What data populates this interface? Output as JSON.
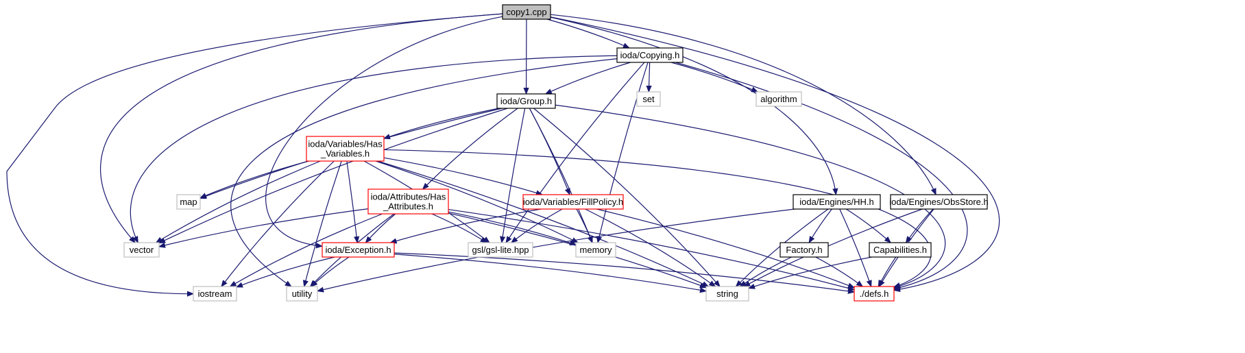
{
  "graph": {
    "colors": {
      "edge": "#191970",
      "focus_fill": "#bfbfbf",
      "local_border": "#000000",
      "partial_border": "#ff0000",
      "external_border": "#bfbfbf"
    },
    "nodes": {
      "copy1_cpp": {
        "lines": [
          "copy1.cpp"
        ],
        "kind": "focus"
      },
      "copying_h": {
        "lines": [
          "ioda/Copying.h"
        ],
        "kind": "local"
      },
      "group_h": {
        "lines": [
          "ioda/Group.h"
        ],
        "kind": "local"
      },
      "set": {
        "lines": [
          "set"
        ],
        "kind": "external"
      },
      "algorithm": {
        "lines": [
          "algorithm"
        ],
        "kind": "external"
      },
      "has_variables_h": {
        "lines": [
          "ioda/Variables/Has",
          "_Variables.h"
        ],
        "kind": "partial"
      },
      "map": {
        "lines": [
          "map"
        ],
        "kind": "external"
      },
      "has_attributes_h": {
        "lines": [
          "ioda/Attributes/Has",
          "_Attributes.h"
        ],
        "kind": "partial"
      },
      "fillpolicy_h": {
        "lines": [
          "ioda/Variables/FillPolicy.h"
        ],
        "kind": "partial"
      },
      "engines_hh_h": {
        "lines": [
          "ioda/Engines/HH.h"
        ],
        "kind": "local"
      },
      "engines_obsstore_h": {
        "lines": [
          "ioda/Engines/ObsStore.h"
        ],
        "kind": "local"
      },
      "vector": {
        "lines": [
          "vector"
        ],
        "kind": "external"
      },
      "exception_h": {
        "lines": [
          "ioda/Exception.h"
        ],
        "kind": "partial"
      },
      "gsl_lite_hpp": {
        "lines": [
          "gsl/gsl-lite.hpp"
        ],
        "kind": "external"
      },
      "memory": {
        "lines": [
          "memory"
        ],
        "kind": "external"
      },
      "factory_h": {
        "lines": [
          "Factory.h"
        ],
        "kind": "local"
      },
      "capabilities_h": {
        "lines": [
          "Capabilities.h"
        ],
        "kind": "local"
      },
      "iostream": {
        "lines": [
          "iostream"
        ],
        "kind": "external"
      },
      "utility": {
        "lines": [
          "utility"
        ],
        "kind": "external"
      },
      "string": {
        "lines": [
          "string"
        ],
        "kind": "external"
      },
      "defs_h": {
        "lines": [
          "./defs.h"
        ],
        "kind": "partial"
      }
    },
    "edges": [
      [
        "copy1_cpp",
        "copying_h"
      ],
      [
        "copy1_cpp",
        "group_h"
      ],
      [
        "copy1_cpp",
        "engines_hh_h"
      ],
      [
        "copy1_cpp",
        "engines_obsstore_h"
      ],
      [
        "copy1_cpp",
        "vector"
      ],
      [
        "copy1_cpp",
        "iostream"
      ],
      [
        "copy1_cpp",
        "exception_h"
      ],
      [
        "copy1_cpp",
        "defs_h"
      ],
      [
        "copying_h",
        "group_h"
      ],
      [
        "copying_h",
        "set"
      ],
      [
        "copying_h",
        "algorithm"
      ],
      [
        "copying_h",
        "vector"
      ],
      [
        "copying_h",
        "utility"
      ],
      [
        "copying_h",
        "gsl_lite_hpp"
      ],
      [
        "copying_h",
        "memory"
      ],
      [
        "copying_h",
        "defs_h"
      ],
      [
        "group_h",
        "has_variables_h"
      ],
      [
        "group_h",
        "has_attributes_h"
      ],
      [
        "group_h",
        "fillpolicy_h"
      ],
      [
        "group_h",
        "map"
      ],
      [
        "group_h",
        "vector"
      ],
      [
        "group_h",
        "gsl_lite_hpp"
      ],
      [
        "group_h",
        "memory"
      ],
      [
        "group_h",
        "string"
      ],
      [
        "group_h",
        "defs_h"
      ],
      [
        "has_variables_h",
        "map"
      ],
      [
        "has_variables_h",
        "vector"
      ],
      [
        "has_variables_h",
        "fillpolicy_h"
      ],
      [
        "has_variables_h",
        "exception_h"
      ],
      [
        "has_variables_h",
        "gsl_lite_hpp"
      ],
      [
        "has_variables_h",
        "memory"
      ],
      [
        "has_variables_h",
        "iostream"
      ],
      [
        "has_variables_h",
        "utility"
      ],
      [
        "has_variables_h",
        "string"
      ],
      [
        "has_variables_h",
        "defs_h"
      ],
      [
        "has_attributes_h",
        "vector"
      ],
      [
        "has_attributes_h",
        "exception_h"
      ],
      [
        "has_attributes_h",
        "gsl_lite_hpp"
      ],
      [
        "has_attributes_h",
        "memory"
      ],
      [
        "has_attributes_h",
        "iostream"
      ],
      [
        "has_attributes_h",
        "utility"
      ],
      [
        "has_attributes_h",
        "string"
      ],
      [
        "has_attributes_h",
        "defs_h"
      ],
      [
        "fillpolicy_h",
        "exception_h"
      ],
      [
        "fillpolicy_h",
        "gsl_lite_hpp"
      ],
      [
        "fillpolicy_h",
        "memory"
      ],
      [
        "fillpolicy_h",
        "string"
      ],
      [
        "fillpolicy_h",
        "defs_h"
      ],
      [
        "exception_h",
        "iostream"
      ],
      [
        "exception_h",
        "utility"
      ],
      [
        "exception_h",
        "string"
      ],
      [
        "exception_h",
        "defs_h"
      ],
      [
        "engines_hh_h",
        "factory_h"
      ],
      [
        "engines_hh_h",
        "capabilities_h"
      ],
      [
        "engines_hh_h",
        "utility"
      ],
      [
        "engines_hh_h",
        "string"
      ],
      [
        "engines_hh_h",
        "defs_h"
      ],
      [
        "engines_obsstore_h",
        "capabilities_h"
      ],
      [
        "engines_obsstore_h",
        "string"
      ],
      [
        "engines_obsstore_h",
        "defs_h"
      ],
      [
        "factory_h",
        "string"
      ],
      [
        "factory_h",
        "defs_h"
      ],
      [
        "capabilities_h",
        "string"
      ],
      [
        "capabilities_h",
        "defs_h"
      ]
    ]
  }
}
